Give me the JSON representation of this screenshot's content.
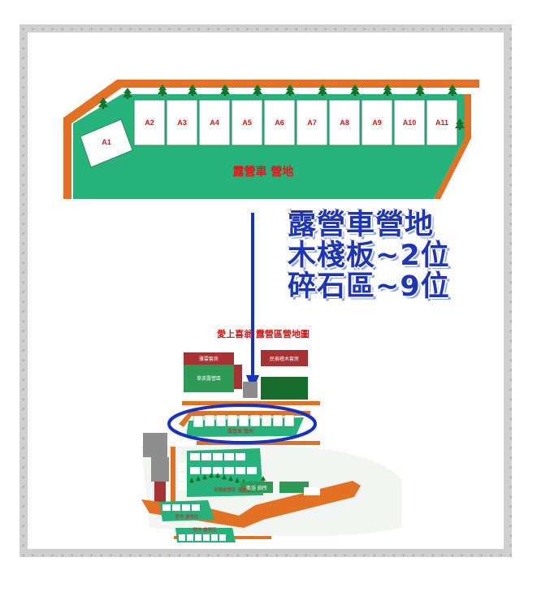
{
  "colors": {
    "road": "#e27124",
    "grass": "#25b27b",
    "tree_green": "#0b7a2d",
    "tree_trunk": "#6b3a12",
    "camp_label": "#d81b1b",
    "overlay_blue": "#1f35b8",
    "highlight_ring": "#1432c8",
    "plot_border": "#2f8a5b",
    "frame_gray": "#b9b9b9"
  },
  "top_map": {
    "lots": [
      "A1",
      "A2",
      "A3",
      "A4",
      "A5",
      "A6",
      "A7",
      "A8",
      "A9",
      "A10",
      "A11"
    ],
    "area_label": "露營車 營地"
  },
  "overlay_caption": {
    "line1": "露營車營地",
    "line2": "木棧板~2位",
    "line3": "碎石區~9位"
  },
  "small_map": {
    "title": "愛上喜翁 露營區營地圖",
    "buildings": {
      "guest_house": "雅雲套房",
      "bnb": "民宿檜木套房",
      "tent_area": "草皮露營區"
    },
    "highlight_label": "露營車 營地",
    "middle_area_label": "雨棚露營區 露營區",
    "bath_label": "衛浴 廁所",
    "lower_area_label": "營地 露營區",
    "bottom_area_label": "營地 露營區"
  },
  "icons": [
    "tree-icon",
    "arrow-down-icon"
  ]
}
